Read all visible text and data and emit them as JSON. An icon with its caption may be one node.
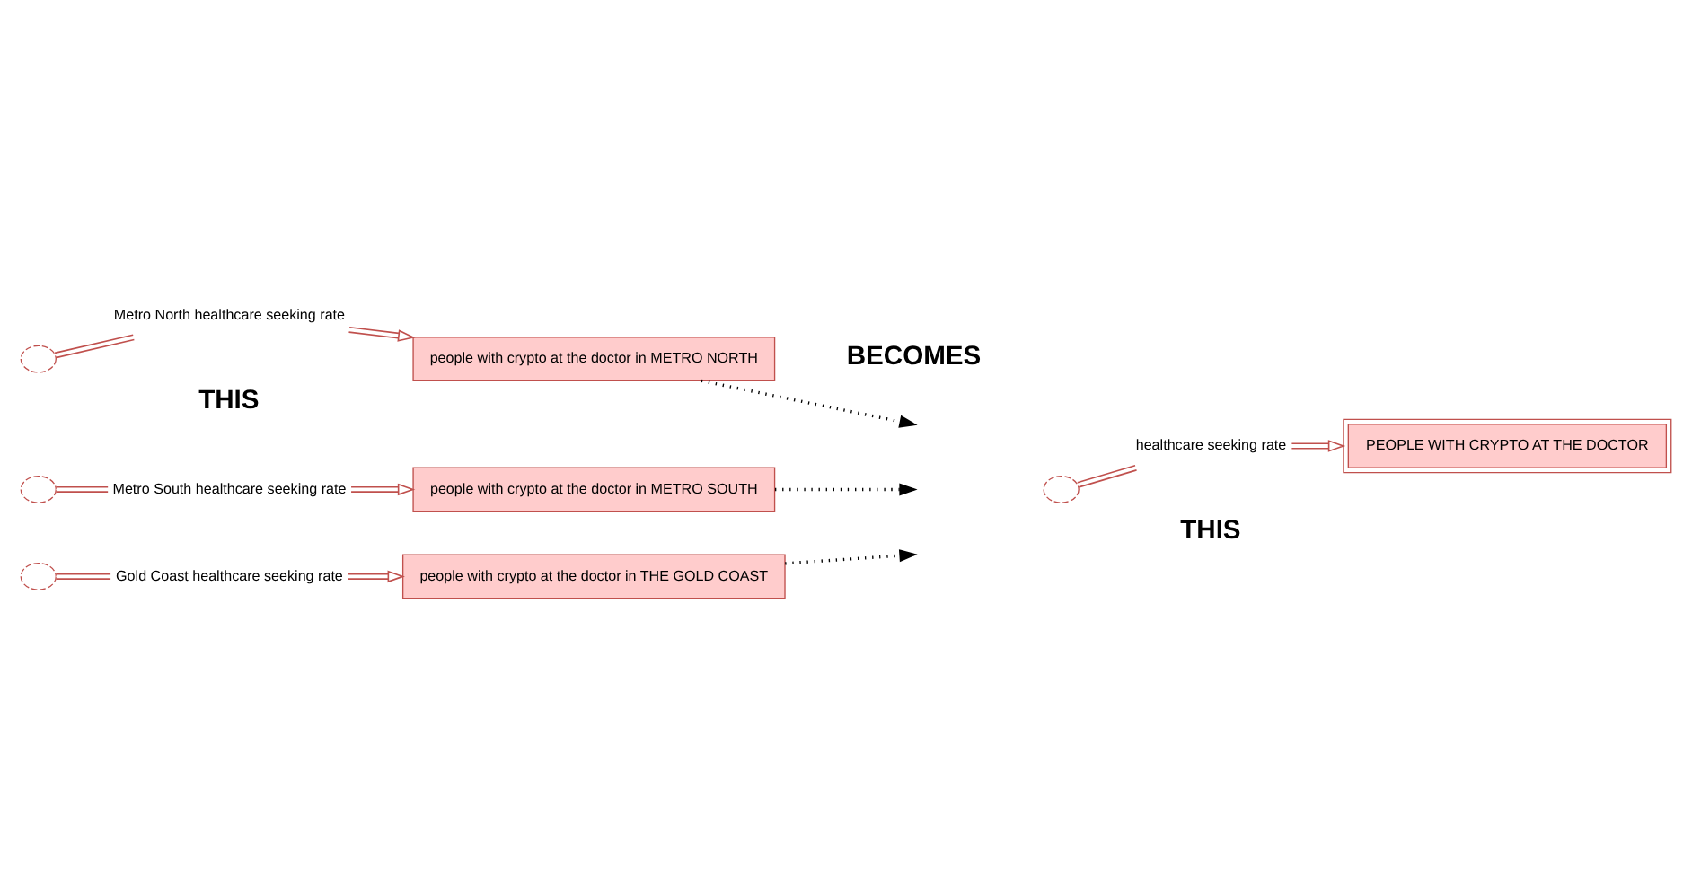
{
  "diagram": {
    "nodes": [
      {
        "text": [],
        "shape": "cloud"
      },
      {
        "text": [
          "Metro North healthcare seeking rate"
        ]
      },
      {
        "text": [
          "people with crypto at the doctor in METRO NORTH"
        ]
      },
      {
        "text": [],
        "shape": "cloud"
      },
      {
        "text": [
          "Metro South healthcare seeking rate"
        ]
      },
      {
        "text": [
          "people with crypto at the doctor in METRO SOUTH"
        ]
      },
      {
        "text": [],
        "shape": "cloud"
      },
      {
        "text": [
          "Gold Coast healthcare seeking rate"
        ]
      },
      {
        "text": [
          "people with crypto at the doctor in THE GOLD COAST"
        ]
      },
      {
        "text": [],
        "shape": "cloud"
      },
      {
        "text": [
          "healthcare seeking rate"
        ]
      },
      {
        "text": [
          "PEOPLE WITH CRYPTO AT THE DOCTOR"
        ]
      }
    ],
    "edges": [
      {
        "from": 0,
        "to": 1,
        "arrow": "none"
      },
      {
        "from": 1,
        "to": 2,
        "arrow": "to"
      },
      {
        "from": 3,
        "to": 4,
        "arrow": "none"
      },
      {
        "from": 4,
        "to": 5,
        "arrow": "to"
      },
      {
        "from": 6,
        "to": 7,
        "arrow": "none"
      },
      {
        "from": 7,
        "to": 8,
        "arrow": "to"
      },
      {
        "from": 9,
        "to": 10,
        "arrow": "none"
      },
      {
        "from": 10,
        "to": 11,
        "arrow": "to"
      },
      {
        "from": 2,
        "to": null,
        "arrow": "to",
        "style": "dashed",
        "color": "#000000"
      },
      {
        "from": 5,
        "to": null,
        "arrow": "to",
        "style": "dashed",
        "color": "#000000"
      },
      {
        "from": 8,
        "to": null,
        "arrow": "to",
        "style": "dashed",
        "color": "#000000"
      }
    ],
    "labels": [
      "THIS",
      "BECOMES",
      "THIS"
    ]
  }
}
